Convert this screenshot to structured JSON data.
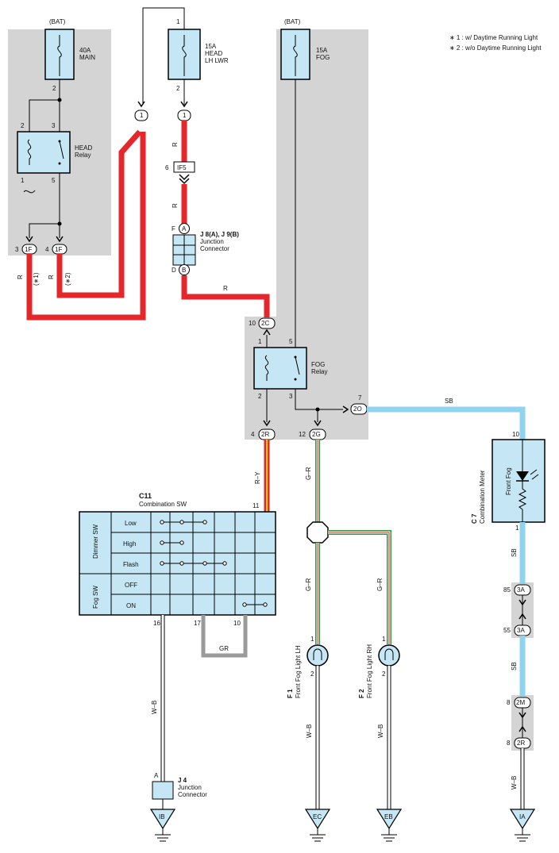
{
  "notes": [
    "∗ 1 : w/ Daytime Running Light",
    "∗ 2 : w/o Daytime Running Light"
  ],
  "fuses": {
    "main": {
      "power": "(BAT)",
      "line1": "40A",
      "line2": "MAIN",
      "pin_top": "",
      "pin_bottom": "2"
    },
    "head_lh": {
      "pin_top": "1",
      "line1": "15A",
      "line2": "HEAD",
      "line3": "LH LWR",
      "pin_bottom": "2"
    },
    "fog": {
      "power": "(BAT)",
      "line1": "15A",
      "line2": "FOG"
    }
  },
  "head_relay": {
    "name1": "HEAD",
    "name2": "Relay",
    "pin_tl": "2",
    "pin_tr": "3",
    "pin_bl": "1",
    "pin_br": "5"
  },
  "fog_relay": {
    "name1": "FOG",
    "name2": "Relay",
    "pin_tl": "1",
    "pin_tr": "5",
    "pin_bl": "2",
    "pin_br": "3"
  },
  "connectors": {
    "c1_left": "1",
    "c1_right": "1",
    "c_1f_a": "1F",
    "c_1f_a_pin": "3",
    "c_1f_b": "1F",
    "c_1f_b_pin": "4",
    "c_if5": "IF5",
    "c_if5_pin": "6",
    "c_a": "A",
    "c_a_pin": "F",
    "c_b": "B",
    "c_b_pin": "D",
    "c_2c": "2C",
    "c_2c_pin": "10",
    "c_2r": "2R",
    "c_2r_pin": "4",
    "c_2g": "2G",
    "c_2g_pin": "12",
    "c_2o": "2O",
    "c_2o_pin": "7",
    "c_3a_top": "3A",
    "c_3a_top_pin": "85",
    "c_3a_bot": "3A",
    "c_3a_bot_pin": "55",
    "c_2m": "2M",
    "c_2m_pin": "8",
    "c_2r_b": "2R",
    "c_2r_b_pin": "8"
  },
  "junction_j8": {
    "title": "J 8(A), J 9(B)",
    "line1": "Junction",
    "line2": "Connector"
  },
  "junction_j4": {
    "pin": "A",
    "title": "J 4",
    "line1": "Junction",
    "line2": "Connector"
  },
  "wires": {
    "r1": "R",
    "r2": "R",
    "r3": "R",
    "r4": "R",
    "r5": "R",
    "note1": "(∗1)",
    "note2": "(∗2)",
    "ry": "R–Y",
    "gr1": "G–R",
    "gr2": "G–R",
    "gr3": "G–R",
    "sb1": "SB",
    "sb2": "SB",
    "sb3": "SB",
    "wb1": "W–B",
    "wb2": "W–B",
    "wb3": "W–B",
    "wb4": "W–B",
    "gr_gray": "GR"
  },
  "combo_sw": {
    "code": "C11",
    "name": "Combination SW",
    "pin_top": "11",
    "pin_16": "16",
    "pin_17": "17",
    "pin_10": "10",
    "group_dimmer": "Dimmer SW",
    "group_fog": "Fog SW",
    "rows": [
      "Low",
      "High",
      "Flash",
      "OFF",
      "ON"
    ]
  },
  "meter": {
    "code": "C 7",
    "name": "Combination Meter",
    "label": "Front Fog",
    "pin_top": "10",
    "pin_bottom": "1"
  },
  "fog_light_lh": {
    "code": "F 1",
    "name": "Front Fog Light LH",
    "pin1": "1",
    "pin2": "2"
  },
  "fog_light_rh": {
    "code": "F 2",
    "name": "Front Fog Light RH",
    "pin1": "1",
    "pin2": "2"
  },
  "grounds": {
    "ib": "IB",
    "ec": "EC",
    "eb": "EB",
    "ia": "IA"
  },
  "colors": {
    "red": "#e5262b",
    "blue": "#8fd3f0",
    "gray_bg": "#d4d4d4",
    "comp_fill": "#c5e6f4",
    "green": "#2e9a46"
  }
}
